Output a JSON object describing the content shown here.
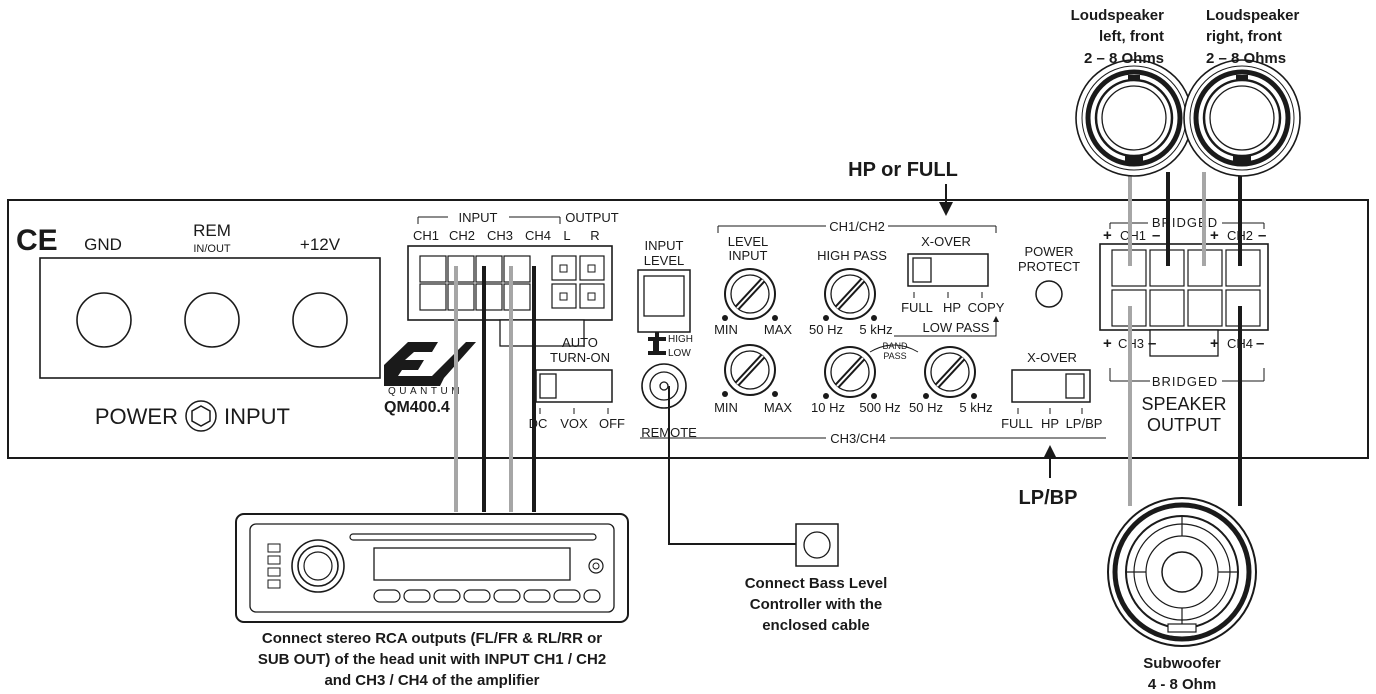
{
  "amp": {
    "ce_mark": "CE",
    "power": {
      "gnd": "GND",
      "rem": "REM",
      "rem_sub": "IN/OUT",
      "plus12": "+12V",
      "label_left": "POWER",
      "label_right": "INPUT"
    },
    "rca": {
      "input": "INPUT",
      "output": "OUTPUT",
      "ch1": "CH1",
      "ch2": "CH2",
      "ch3": "CH3",
      "ch4": "CH4",
      "l": "L",
      "r": "R"
    },
    "auto_turn_on": {
      "line1": "AUTO",
      "line2": "TURN-ON",
      "dc": "DC",
      "vox": "VOX",
      "off": "OFF"
    },
    "logo": {
      "brand": "QUANTUM",
      "model": "QM400.4"
    },
    "input_level": {
      "line1": "INPUT",
      "line2": "LEVEL",
      "high": "HIGH",
      "low": "LOW",
      "remote": "REMOTE"
    },
    "ch12_group": "CH1/CH2",
    "ch34_group": "CH3/CH4",
    "level_input": {
      "line1": "LEVEL",
      "line2": "INPUT",
      "min": "MIN",
      "max": "MAX"
    },
    "high_pass": {
      "label": "HIGH PASS",
      "min": "50 Hz",
      "max": "5 kHz"
    },
    "low_pass": {
      "label": "LOW PASS",
      "min": "50 Hz",
      "max": "5 kHz"
    },
    "band_pass": {
      "line1": "BAND",
      "line2": "PASS",
      "min": "10 Hz",
      "max": "500 Hz"
    },
    "level_input2": {
      "min": "MIN",
      "max": "MAX"
    },
    "xover1": {
      "label": "X-OVER",
      "full": "FULL",
      "hp": "HP",
      "copy": "COPY"
    },
    "xover2": {
      "label": "X-OVER",
      "full": "FULL",
      "hp": "HP",
      "lpbp": "LP/BP"
    },
    "power_protect": {
      "line1": "POWER",
      "line2": "PROTECT"
    },
    "speaker": {
      "bridged": "BRIDGED",
      "ch1": "CH1",
      "ch2": "CH2",
      "ch3": "CH3",
      "ch4": "CH4",
      "plus": "+",
      "minus": "–",
      "output1": "SPEAKER",
      "output2": "OUTPUT"
    }
  },
  "callouts": {
    "hp_or_full": "HP or FULL",
    "lp_bp": "LP/BP",
    "spk_left": [
      "Loudspeaker",
      "left, front",
      "2 – 8 Ohms"
    ],
    "spk_right": [
      "Loudspeaker",
      "right, front",
      "2 – 8 Ohms"
    ],
    "subwoofer": [
      "Subwoofer",
      "4 - 8 Ohm"
    ],
    "bass_ctrl": [
      "Connect Bass Level",
      "Controller with the",
      "enclosed cable"
    ],
    "head_unit": [
      "Connect stereo RCA outputs (FL/FR & RL/RR or",
      "SUB OUT) of the head unit with INPUT CH1 / CH2",
      "and CH3 / CH4 of the amplifier"
    ]
  },
  "colors": {
    "ink": "#1a1a1a",
    "cable_grey": "#a6a6a6",
    "cable_black": "#1a1a1a"
  }
}
